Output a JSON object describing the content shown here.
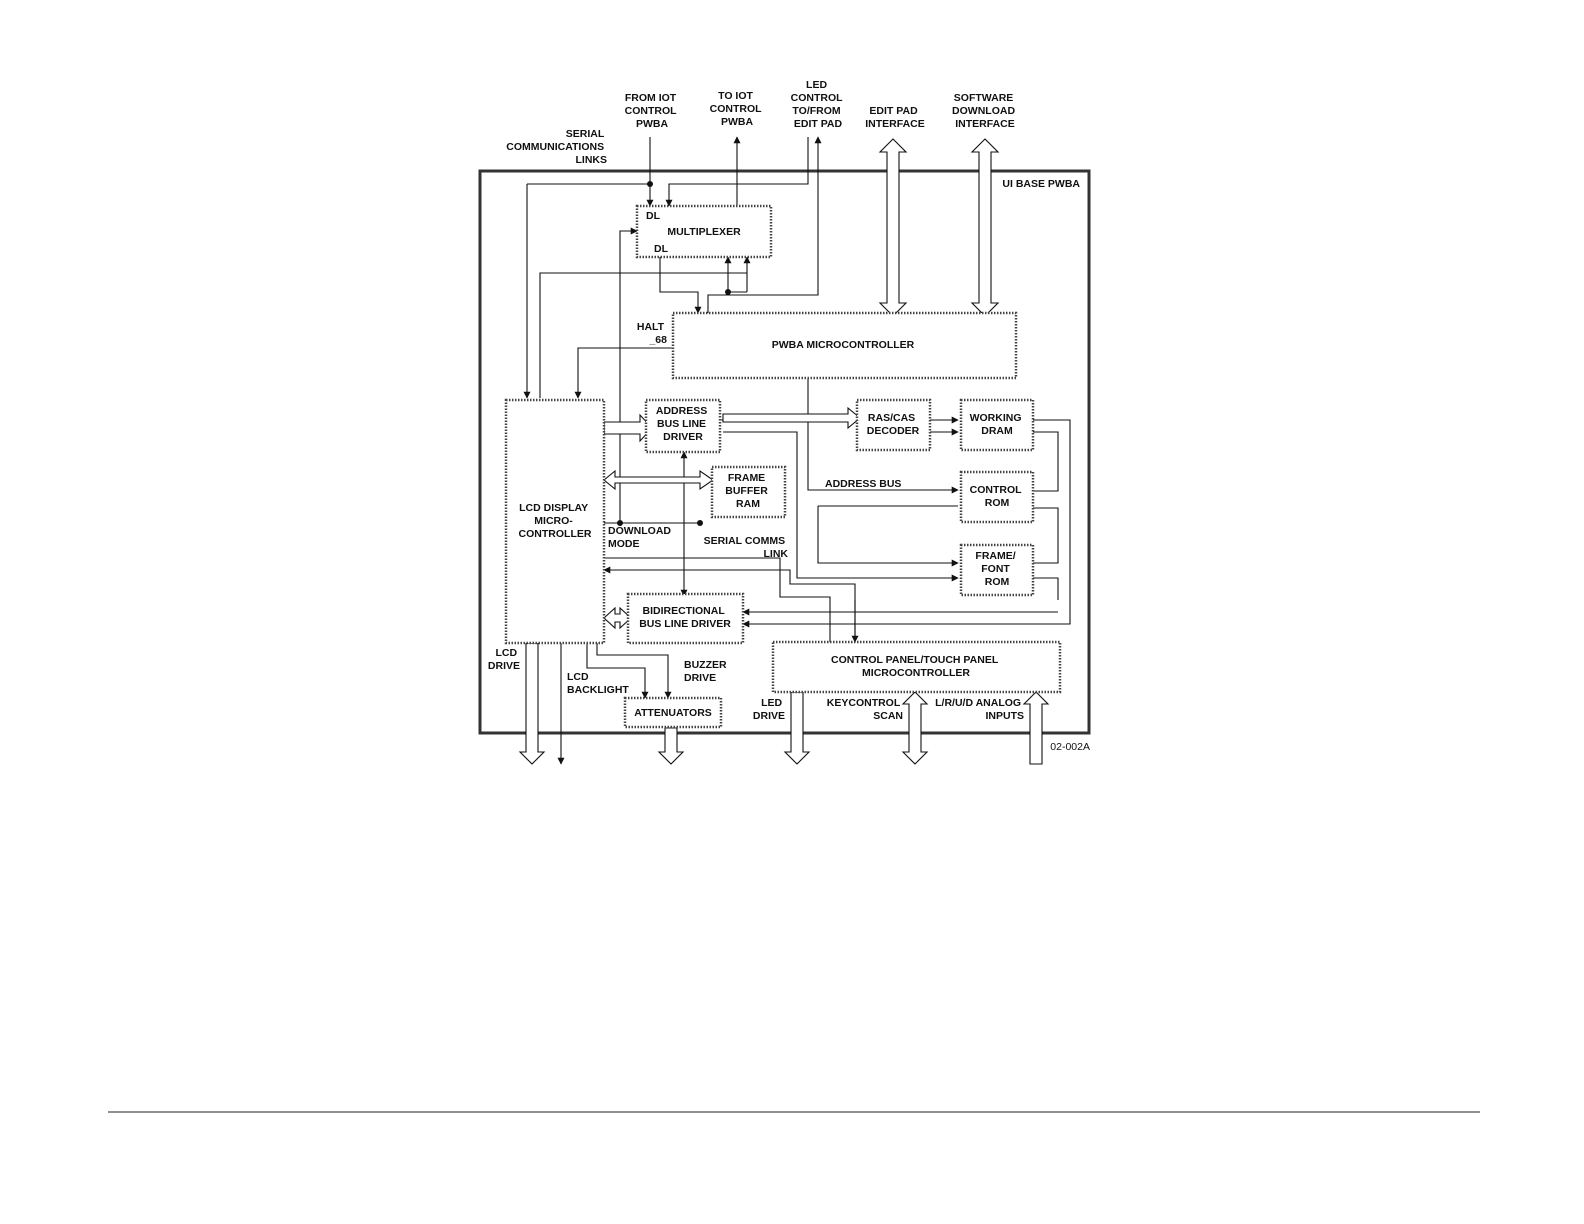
{
  "diagram": {
    "frame_label": "UI BASE PWBA",
    "figure_id": "02-002A",
    "external_labels": {
      "serial_links": [
        "SERIAL",
        "COMMUNICATIONS",
        "LINKS"
      ],
      "from_iot": [
        "FROM  IOT",
        "CONTROL",
        "PWBA"
      ],
      "to_iot": [
        "TO IOT",
        "CONTROL",
        "PWBA"
      ],
      "led_control": [
        "LED",
        "CONTROL",
        "TO/FROM",
        "EDIT PAD"
      ],
      "edit_pad": [
        "EDIT PAD",
        "INTERFACE"
      ],
      "software_download": [
        "SOFTWARE",
        "DOWNLOAD",
        "INTERFACE"
      ]
    },
    "blocks": {
      "multiplexer": [
        "MULTIPLEXER"
      ],
      "pwba_micro": [
        "PWBA MICROCONTROLLER"
      ],
      "address_driver": [
        "ADDRESS",
        "BUS LINE",
        "DRIVER"
      ],
      "ras_cas": [
        "RAS/CAS",
        "DECODER"
      ],
      "working_dram": [
        "WORKING",
        "DRAM"
      ],
      "frame_buffer": [
        "FRAME",
        "BUFFER",
        "RAM"
      ],
      "control_rom": [
        "CONTROL",
        "ROM"
      ],
      "frame_font_rom": [
        "FRAME/",
        "FONT",
        "ROM"
      ],
      "lcd_micro": [
        "LCD DISPLAY",
        "MICRO-",
        "CONTROLLER"
      ],
      "bidirectional": [
        "BIDIRECTIONAL",
        "BUS LINE DRIVER"
      ],
      "control_panel": [
        "CONTROL PANEL/TOUCH PANEL",
        "MICROCONTROLLER"
      ],
      "attenuators": [
        "ATTENUATORS"
      ]
    },
    "signal_labels": {
      "dl_top": "DL",
      "dl_bottom": "DL",
      "halt": [
        "HALT",
        "_68"
      ],
      "address_bus": "ADDRESS BUS",
      "download_mode": [
        "DOWNLOAD",
        "MODE"
      ],
      "serial_comms": [
        "SERIAL COMMS",
        "LINK"
      ],
      "lcd_drive": [
        "LCD",
        "DRIVE"
      ],
      "lcd_backlight": [
        "LCD",
        "BACKLIGHT"
      ],
      "buzzer_drive": [
        "BUZZER",
        "DRIVE"
      ],
      "led_drive": [
        "LED",
        "DRIVE"
      ],
      "keycontrol_scan": [
        "KEYCONTROL",
        "SCAN"
      ],
      "analog_inputs": [
        "L/R/U/D ANALOG",
        "INPUTS"
      ]
    }
  }
}
